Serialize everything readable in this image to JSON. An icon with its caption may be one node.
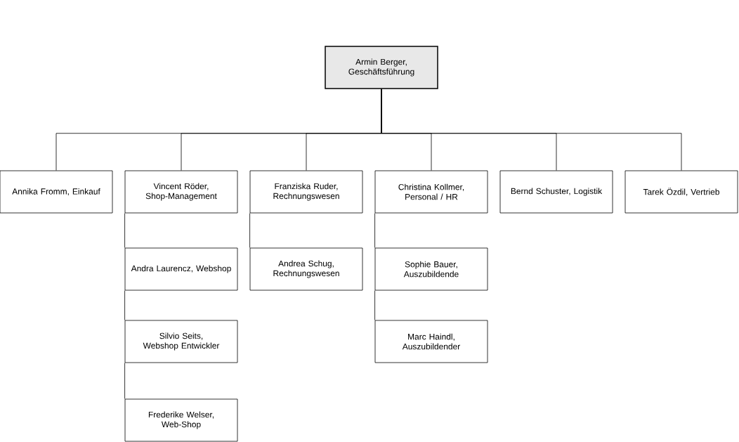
{
  "diagram": {
    "nodes": [
      {
        "text": [
          "Armin Berger, Geschäftsführung"
        ]
      },
      {
        "text": [
          "Annika Fromm, Einkauf"
        ]
      },
      {
        "text": [
          "Vincent Röder, Shop-Management"
        ]
      },
      {
        "text": [
          "Franziska Ruder, Rechnungswesen"
        ]
      },
      {
        "text": [
          "Christina Kollmer, Personal / HR"
        ]
      },
      {
        "text": [
          "Bernd Schuster, Logistik"
        ]
      },
      {
        "text": [
          "Tarek Özdil, Vertrieb"
        ]
      },
      {
        "text": [
          "Andra Laurencz, Webshop"
        ]
      },
      {
        "text": [
          "Andrea Schug, Rechnungswesen"
        ]
      },
      {
        "text": [
          "Sophie Bauer, Auszubildende"
        ]
      },
      {
        "text": [
          "Silvio Seits, Webshop Entwickler"
        ]
      },
      {
        "text": [
          "Marc Haindl, Auszubildender"
        ]
      },
      {
        "text": [
          "Frederike Welser, Web-Shop"
        ]
      }
    ],
    "edges": [
      {
        "from": 0,
        "to": 1,
        "arrow": "none"
      },
      {
        "from": 0,
        "to": 2,
        "arrow": "none"
      },
      {
        "from": 0,
        "to": 3,
        "arrow": "none"
      },
      {
        "from": 0,
        "to": 4,
        "arrow": "none"
      },
      {
        "from": 0,
        "to": 5,
        "arrow": "none"
      },
      {
        "from": 0,
        "to": 6,
        "arrow": "none"
      },
      {
        "from": 2,
        "to": 7,
        "arrow": "none"
      },
      {
        "from": 7,
        "to": 10,
        "arrow": "none"
      },
      {
        "from": 10,
        "to": 12,
        "arrow": "none"
      },
      {
        "from": 3,
        "to": 8,
        "arrow": "none"
      },
      {
        "from": 4,
        "to": 9,
        "arrow": "none"
      },
      {
        "from": 9,
        "to": 11,
        "arrow": "none"
      }
    ]
  }
}
